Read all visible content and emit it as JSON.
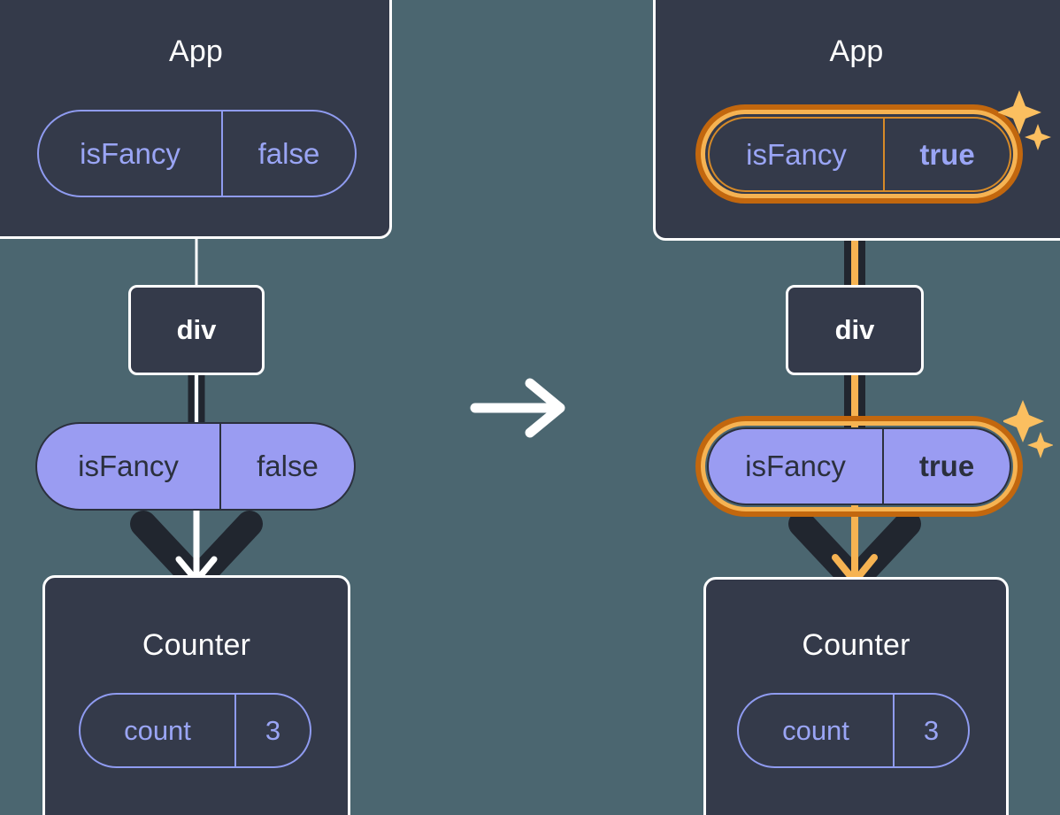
{
  "diagram": {
    "title_visible": false,
    "background_color": "#4b6670",
    "panel_color": "#343a4a",
    "accent_purple": "#9a9cf2",
    "accent_orange_dark": "#c2670e",
    "accent_orange_light": "#f6b352",
    "transition_icon": "right-arrow-icon"
  },
  "before": {
    "app": {
      "title": "App",
      "prop": {
        "key": "isFancy",
        "value": "false",
        "highlighted": false
      }
    },
    "div": {
      "label": "div"
    },
    "passed_prop": {
      "key": "isFancy",
      "value": "false",
      "highlighted": false
    },
    "counter": {
      "title": "Counter",
      "state": {
        "key": "count",
        "value": "3"
      }
    }
  },
  "after": {
    "app": {
      "title": "App",
      "prop": {
        "key": "isFancy",
        "value": "true",
        "highlighted": true
      }
    },
    "div": {
      "label": "div"
    },
    "passed_prop": {
      "key": "isFancy",
      "value": "true",
      "highlighted": true
    },
    "counter": {
      "title": "Counter",
      "state": {
        "key": "count",
        "value": "3"
      }
    },
    "sparkle_icon_top": "sparkles-icon",
    "sparkle_icon_mid": "sparkles-icon"
  }
}
